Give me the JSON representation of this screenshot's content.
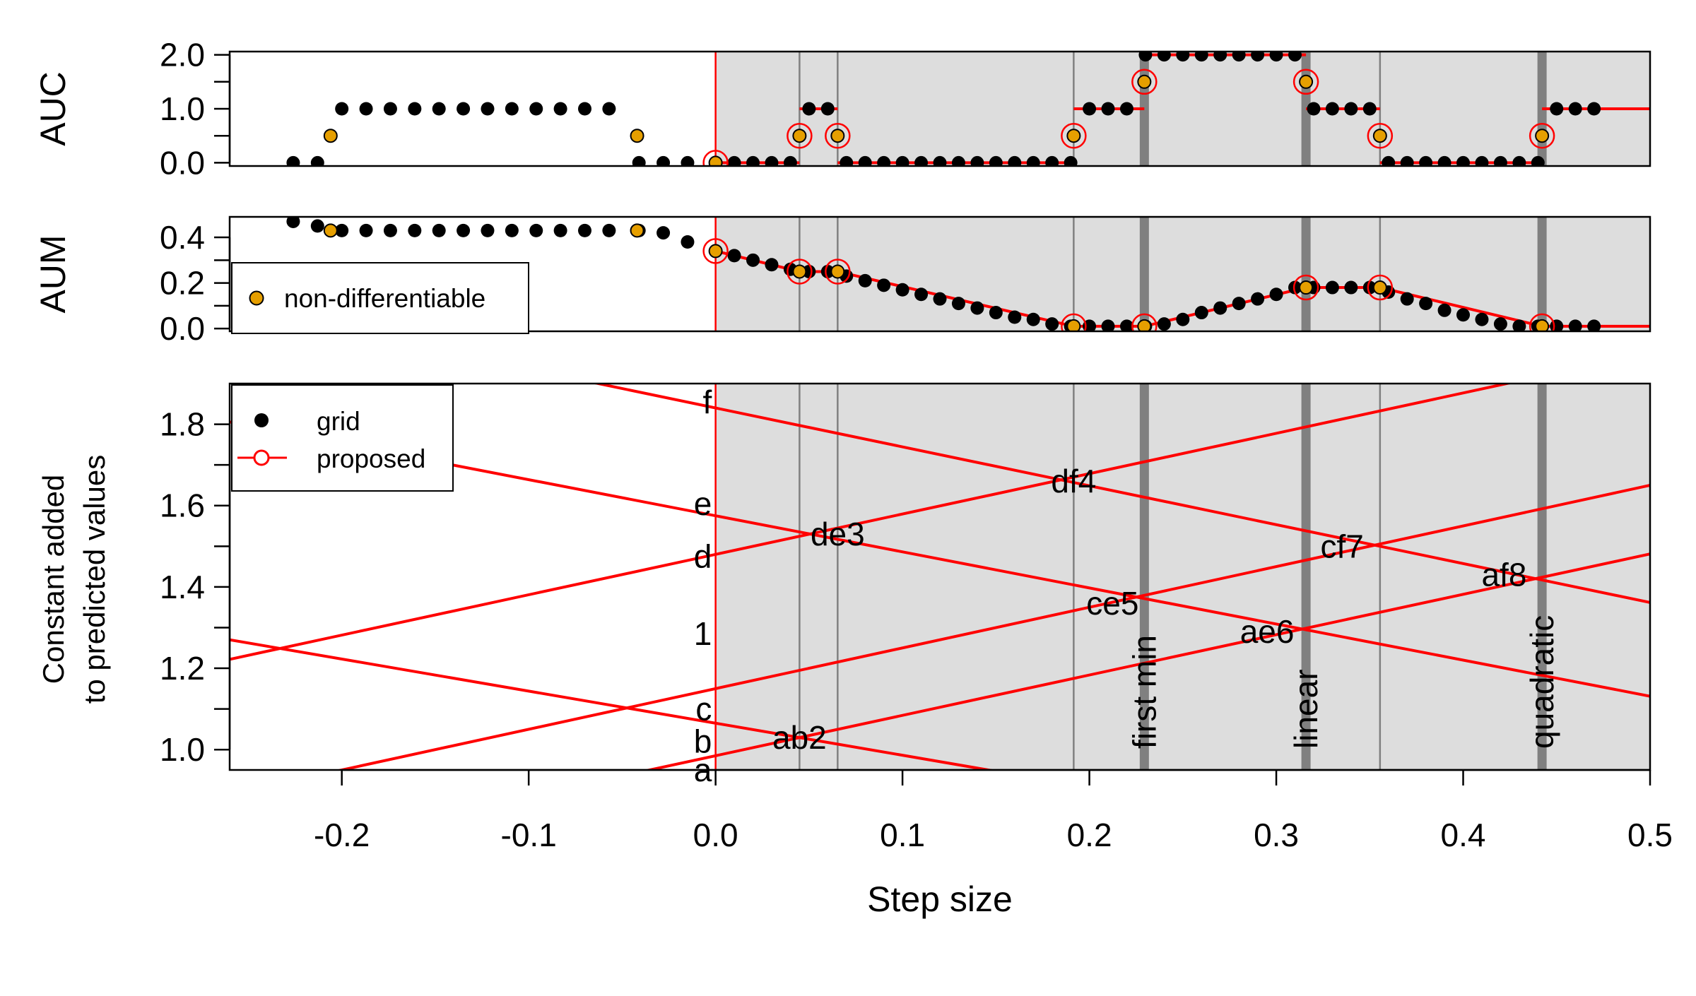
{
  "chart_data": {
    "type": "line",
    "x_axis": {
      "label": "Step size",
      "range": [
        -0.26,
        0.5
      ],
      "ticks": [
        -0.2,
        -0.1,
        0.0,
        0.1,
        0.2,
        0.3,
        0.4,
        0.5
      ],
      "tick_labels": [
        "-0.2",
        "-0.1",
        "0.0",
        "0.1",
        "0.2",
        "0.3",
        "0.4",
        "0.5"
      ]
    },
    "shaded_region_x": [
      0.0,
      0.5
    ],
    "breakpoints": [
      0.0,
      0.0449,
      0.0653,
      0.1916,
      0.2294,
      0.3159,
      0.3555,
      0.4422
    ],
    "vlines": {
      "thin": [
        0.0449,
        0.0653,
        0.1916,
        0.3555
      ],
      "thick": [
        {
          "x": 0.2294,
          "label": "first min"
        },
        {
          "x": 0.3159,
          "label": "linear"
        },
        {
          "x": 0.4422,
          "label": "quadratic"
        }
      ]
    },
    "panels": [
      {
        "name": "AUC",
        "ylabel": "AUC",
        "ylim": [
          -0.06,
          2.06
        ],
        "yticks": [
          0.0,
          0.5,
          1.0,
          1.5,
          2.0
        ],
        "ytick_labels": [
          "0.0",
          "",
          "1.0",
          "",
          "2.0"
        ],
        "grid_points": {
          "x": [
            -0.226,
            -0.213,
            -0.2,
            -0.187,
            -0.174,
            -0.161,
            -0.148,
            -0.135,
            -0.122,
            -0.109,
            -0.096,
            -0.083,
            -0.07,
            -0.057,
            -0.041,
            -0.028,
            -0.015,
            0.0,
            0.01,
            0.02,
            0.03,
            0.04,
            0.05,
            0.06,
            0.07,
            0.08,
            0.09,
            0.1,
            0.11,
            0.12,
            0.13,
            0.14,
            0.15,
            0.16,
            0.17,
            0.18,
            0.19,
            0.2,
            0.21,
            0.22,
            0.23,
            0.24,
            0.25,
            0.26,
            0.27,
            0.28,
            0.29,
            0.3,
            0.31,
            0.32,
            0.33,
            0.34,
            0.35,
            0.36,
            0.37,
            0.38,
            0.39,
            0.4,
            0.41,
            0.42,
            0.43,
            0.44,
            0.45,
            0.46,
            0.47
          ],
          "y": [
            0,
            0,
            1,
            1,
            1,
            1,
            1,
            1,
            1,
            1,
            1,
            1,
            1,
            1,
            0,
            0,
            0,
            0,
            0,
            0,
            0,
            0,
            1,
            1,
            0,
            0,
            0,
            0,
            0,
            0,
            0,
            0,
            0,
            0,
            0,
            0,
            0,
            1,
            1,
            1,
            2,
            2,
            2,
            2,
            2,
            2,
            2,
            2,
            2,
            1,
            1,
            1,
            1,
            0,
            0,
            0,
            0,
            0,
            0,
            0,
            0,
            0,
            1,
            1,
            1
          ]
        },
        "non_differentiable": {
          "x": [
            -0.206,
            -0.042,
            0.0,
            0.0449,
            0.0653,
            0.1916,
            0.2294,
            0.3159,
            0.3555,
            0.4422
          ],
          "y": [
            0.5,
            0.5,
            0,
            0.5,
            0.5,
            0.5,
            1.5,
            1.5,
            0.5,
            0.5
          ]
        },
        "proposed_segments": [
          {
            "x": [
              0.0,
              0.0449
            ],
            "y": 0
          },
          {
            "x": [
              0.0449,
              0.0653
            ],
            "y": 1
          },
          {
            "x": [
              0.0653,
              0.1916
            ],
            "y": 0
          },
          {
            "x": [
              0.1916,
              0.2294
            ],
            "y": 1
          },
          {
            "x": [
              0.2294,
              0.3159
            ],
            "y": 2
          },
          {
            "x": [
              0.3159,
              0.3555
            ],
            "y": 1
          },
          {
            "x": [
              0.3555,
              0.4422
            ],
            "y": 0
          },
          {
            "x": [
              0.4422,
              0.5
            ],
            "y": 1
          }
        ],
        "proposed_points": {
          "x": [
            0.0,
            0.0449,
            0.0653,
            0.1916,
            0.2294,
            0.3159,
            0.3555,
            0.4422
          ],
          "y": [
            0,
            0.5,
            0.5,
            0.5,
            1.5,
            1.5,
            0.5,
            0.5
          ]
        }
      },
      {
        "name": "AUM",
        "ylabel": "AUM",
        "ylim": [
          -0.012,
          0.49
        ],
        "yticks": [
          0.0,
          0.1,
          0.2,
          0.3,
          0.4
        ],
        "ytick_labels": [
          "0.0",
          "",
          "0.2",
          "",
          "0.4"
        ],
        "grid_points": {
          "x": [
            -0.226,
            -0.213,
            -0.2,
            -0.187,
            -0.174,
            -0.161,
            -0.148,
            -0.135,
            -0.122,
            -0.109,
            -0.096,
            -0.083,
            -0.07,
            -0.057,
            -0.041,
            -0.028,
            -0.015,
            0.0,
            0.01,
            0.02,
            0.03,
            0.04,
            0.05,
            0.06,
            0.07,
            0.08,
            0.09,
            0.1,
            0.11,
            0.12,
            0.13,
            0.14,
            0.15,
            0.16,
            0.17,
            0.18,
            0.19,
            0.2,
            0.21,
            0.22,
            0.23,
            0.24,
            0.25,
            0.26,
            0.27,
            0.28,
            0.29,
            0.3,
            0.31,
            0.32,
            0.33,
            0.34,
            0.35,
            0.36,
            0.37,
            0.38,
            0.39,
            0.4,
            0.41,
            0.42,
            0.43,
            0.44,
            0.45,
            0.46,
            0.47
          ],
          "y": [
            0.47,
            0.45,
            0.43,
            0.43,
            0.43,
            0.43,
            0.43,
            0.43,
            0.43,
            0.43,
            0.43,
            0.43,
            0.43,
            0.43,
            0.43,
            0.42,
            0.38,
            0.34,
            0.32,
            0.3,
            0.28,
            0.26,
            0.25,
            0.25,
            0.23,
            0.21,
            0.19,
            0.17,
            0.15,
            0.13,
            0.11,
            0.09,
            0.07,
            0.05,
            0.04,
            0.02,
            0.01,
            0.01,
            0.01,
            0.01,
            0.01,
            0.02,
            0.04,
            0.07,
            0.09,
            0.11,
            0.13,
            0.15,
            0.18,
            0.18,
            0.18,
            0.18,
            0.18,
            0.16,
            0.13,
            0.11,
            0.08,
            0.06,
            0.04,
            0.02,
            0.01,
            0.01,
            0.01,
            0.01,
            0.01
          ]
        },
        "non_differentiable": {
          "x": [
            -0.206,
            -0.042,
            0.0,
            0.0449,
            0.0653,
            0.1916,
            0.2294,
            0.3159,
            0.3555,
            0.4422
          ],
          "y": [
            0.43,
            0.43,
            0.34,
            0.25,
            0.25,
            0.01,
            0.01,
            0.18,
            0.18,
            0.01
          ]
        },
        "proposed_line": {
          "x": [
            0.0,
            0.0449,
            0.0653,
            0.1916,
            0.2294,
            0.3159,
            0.3555,
            0.4422,
            0.5
          ],
          "y": [
            0.34,
            0.25,
            0.25,
            0.01,
            0.01,
            0.18,
            0.18,
            0.01,
            0.01
          ]
        },
        "proposed_points": {
          "x": [
            0.0,
            0.0449,
            0.0653,
            0.1916,
            0.2294,
            0.3159,
            0.3555,
            0.4422
          ],
          "y": [
            0.34,
            0.25,
            0.25,
            0.01,
            0.01,
            0.18,
            0.18,
            0.01
          ]
        },
        "legend": {
          "position": "top-left",
          "entries": [
            {
              "label": "non-differentiable",
              "marker": "orange-filled-circle"
            }
          ]
        }
      },
      {
        "name": "lines",
        "ylabel_lines": [
          "Constant added",
          "to predicted values"
        ],
        "ylim": [
          0.95,
          1.9
        ],
        "yticks": [
          1.0,
          1.1,
          1.2,
          1.3,
          1.4,
          1.5,
          1.6,
          1.7,
          1.8
        ],
        "ytick_labels": [
          "1.0",
          "",
          "1.2",
          "",
          "1.4",
          "",
          "1.6",
          "",
          "1.8"
        ],
        "lines": [
          {
            "id": "a",
            "intercept": 0.985,
            "slope": 0.9922
          },
          {
            "id": "b",
            "intercept": 1.065,
            "slope": -0.7885
          },
          {
            "id": "c",
            "intercept": 1.15,
            "slope": 1.0
          },
          {
            "id": "d",
            "intercept": 1.48,
            "slope": 0.9923
          },
          {
            "id": "e",
            "intercept": 1.575,
            "slope": -0.8874
          },
          {
            "id": "f",
            "intercept": 1.84,
            "slope": -0.9564
          }
        ],
        "line_labels": [
          {
            "text": "f",
            "x": -0.002,
            "y": 1.855
          },
          {
            "text": "e",
            "x": -0.002,
            "y": 1.605
          },
          {
            "text": "d",
            "x": -0.002,
            "y": 1.475
          },
          {
            "text": "1",
            "x": -0.002,
            "y": 1.285
          },
          {
            "text": "c",
            "x": -0.002,
            "y": 1.1
          },
          {
            "text": "b",
            "x": -0.002,
            "y": 1.02
          },
          {
            "text": "a",
            "x": -0.002,
            "y": 0.95
          }
        ],
        "intersections": [
          {
            "label": "ab2",
            "x": 0.0449,
            "y": 1.03
          },
          {
            "label": "de3",
            "x": 0.0653,
            "y": 1.53
          },
          {
            "label": "df4",
            "x": 0.1916,
            "y": 1.66
          },
          {
            "label": "ce5",
            "x": 0.2124,
            "y": 1.36
          },
          {
            "label": "ae6",
            "x": 0.2951,
            "y": 1.29
          },
          {
            "label": "cf7",
            "x": 0.3352,
            "y": 1.5
          },
          {
            "label": "af8",
            "x": 0.4219,
            "y": 1.43
          }
        ],
        "legend": {
          "position": "top-left",
          "entries": [
            {
              "label": "grid",
              "marker": "black-filled-circle"
            },
            {
              "label": "proposed",
              "marker": "red-line-open-circle"
            }
          ]
        }
      }
    ],
    "colors": {
      "grid_points": "#000000",
      "non_differentiable": "#E69F00",
      "proposed": "#FF0000",
      "shade": "#DDDDDD",
      "thin_vline": "#808080",
      "thick_vline": "#808080"
    }
  }
}
